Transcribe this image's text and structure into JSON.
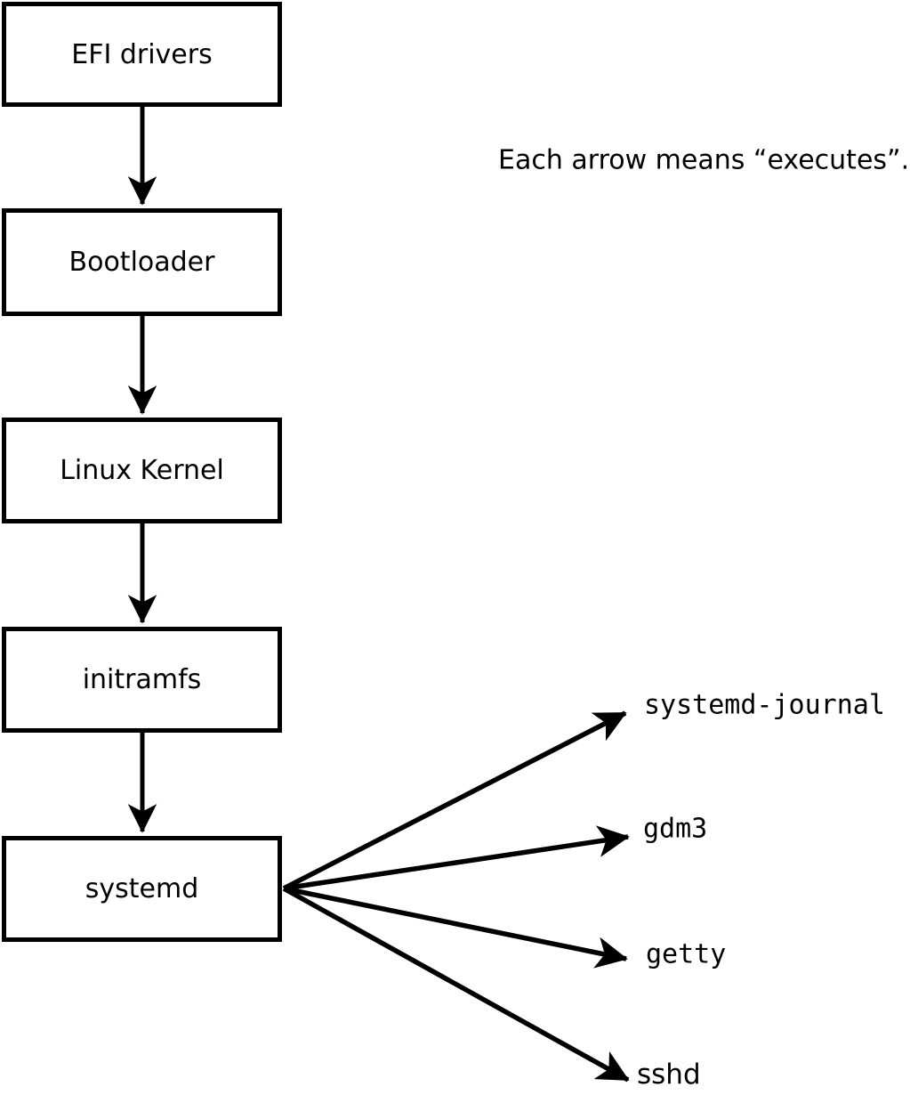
{
  "diagram": {
    "caption": "Each arrow means “executes”.",
    "boot_chain": [
      {
        "label": "EFI drivers"
      },
      {
        "label": "Bootloader"
      },
      {
        "label": "Linux Kernel"
      },
      {
        "label": "initramfs"
      },
      {
        "label": "systemd"
      }
    ],
    "spawned_processes": [
      {
        "label": "systemd-journal"
      },
      {
        "label": "gdm3"
      },
      {
        "label": "getty"
      },
      {
        "label": "sshd"
      }
    ],
    "colors": {
      "background": "#ffffff",
      "box_fill": "#ffffff",
      "box_border": "#000000",
      "arrow": "#000000",
      "text": "#000000"
    }
  }
}
